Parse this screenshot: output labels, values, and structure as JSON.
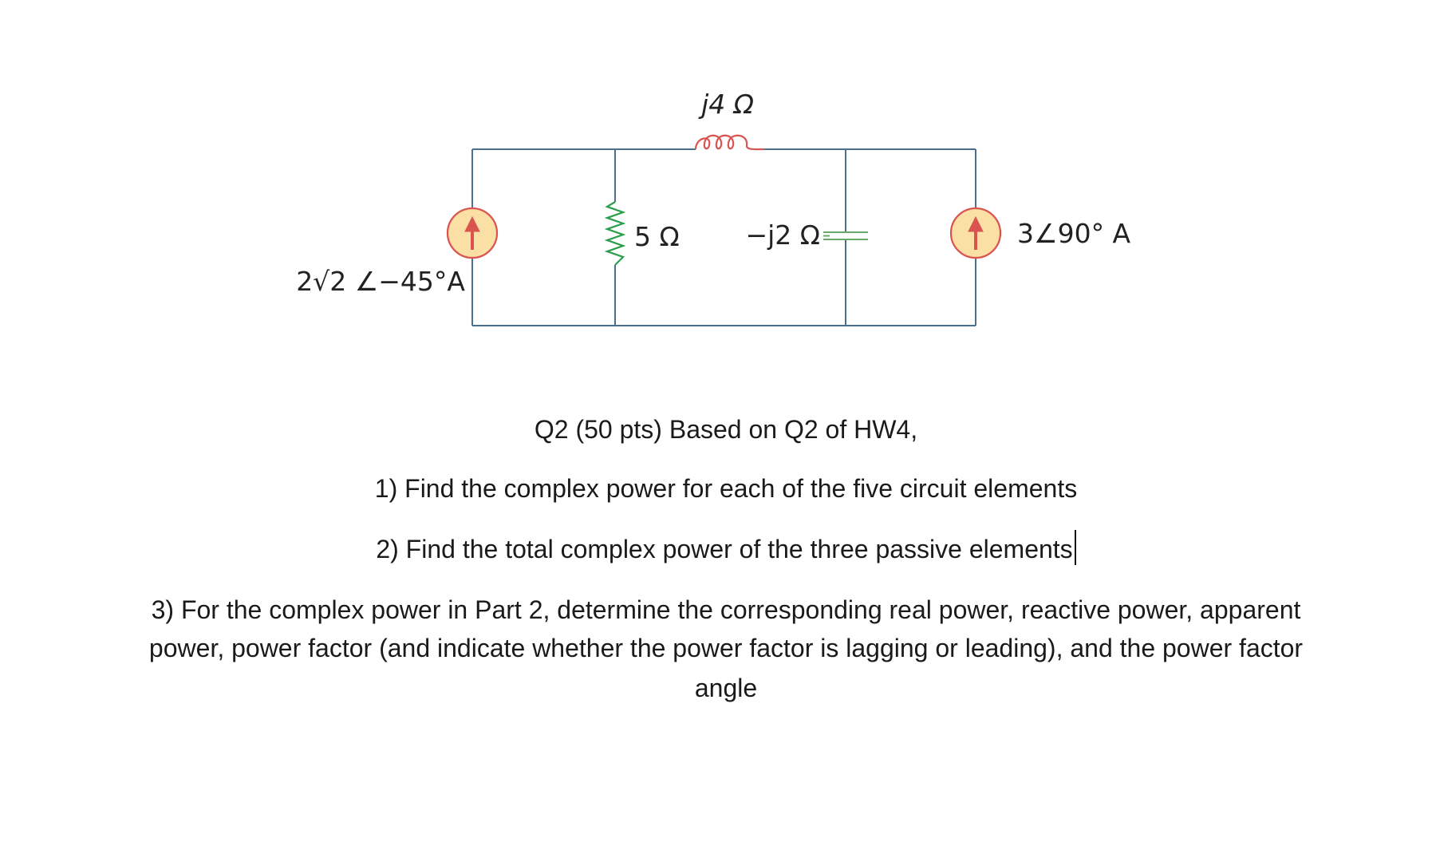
{
  "circuit": {
    "inductor_label": "j4 Ω",
    "resistor_label": "5 Ω",
    "capacitor_label": "−j2 Ω",
    "left_source_label": "2√2 ∠−45°A",
    "right_source_label": "3∠90° A",
    "colors": {
      "wire": "#4a6f8f",
      "inductor": "#d9534f",
      "resistor": "#2a9d4a",
      "capacitor": "#6aa86a",
      "source_fill": "#fbe0a6",
      "source_outline": "#d9534f"
    }
  },
  "question": {
    "title": "Q2 (50 pts) Based on Q2 of HW4,",
    "part1": "1) Find the complex power for each of the five circuit elements",
    "part2": "2) Find the total complex power of the three passive elements",
    "part3_line1": "3) For the complex power in Part 2, determine the corresponding real power, reactive power, apparent",
    "part3_line2": "power, power factor (and indicate whether the power factor is lagging or leading), and the power factor",
    "part3_line3": "angle"
  }
}
